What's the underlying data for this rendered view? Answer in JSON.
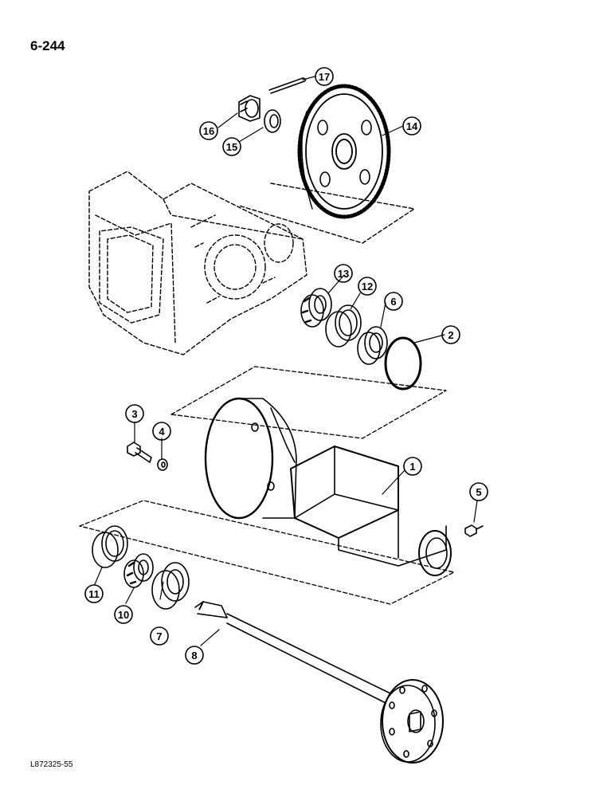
{
  "page_number": "6-244",
  "figure_code": "L872325-55",
  "callouts": {
    "c1": "1",
    "c2": "2",
    "c3": "3",
    "c4": "4",
    "c5": "5",
    "c6": "6",
    "c7": "7",
    "c8": "8",
    "c9": "10",
    "c10": "11",
    "c11": "12",
    "c12": "13",
    "c13": "14",
    "c14": "15",
    "c15": "16",
    "c16": "17"
  },
  "colors": {
    "ink": "#000000",
    "paper": "#ffffff"
  }
}
